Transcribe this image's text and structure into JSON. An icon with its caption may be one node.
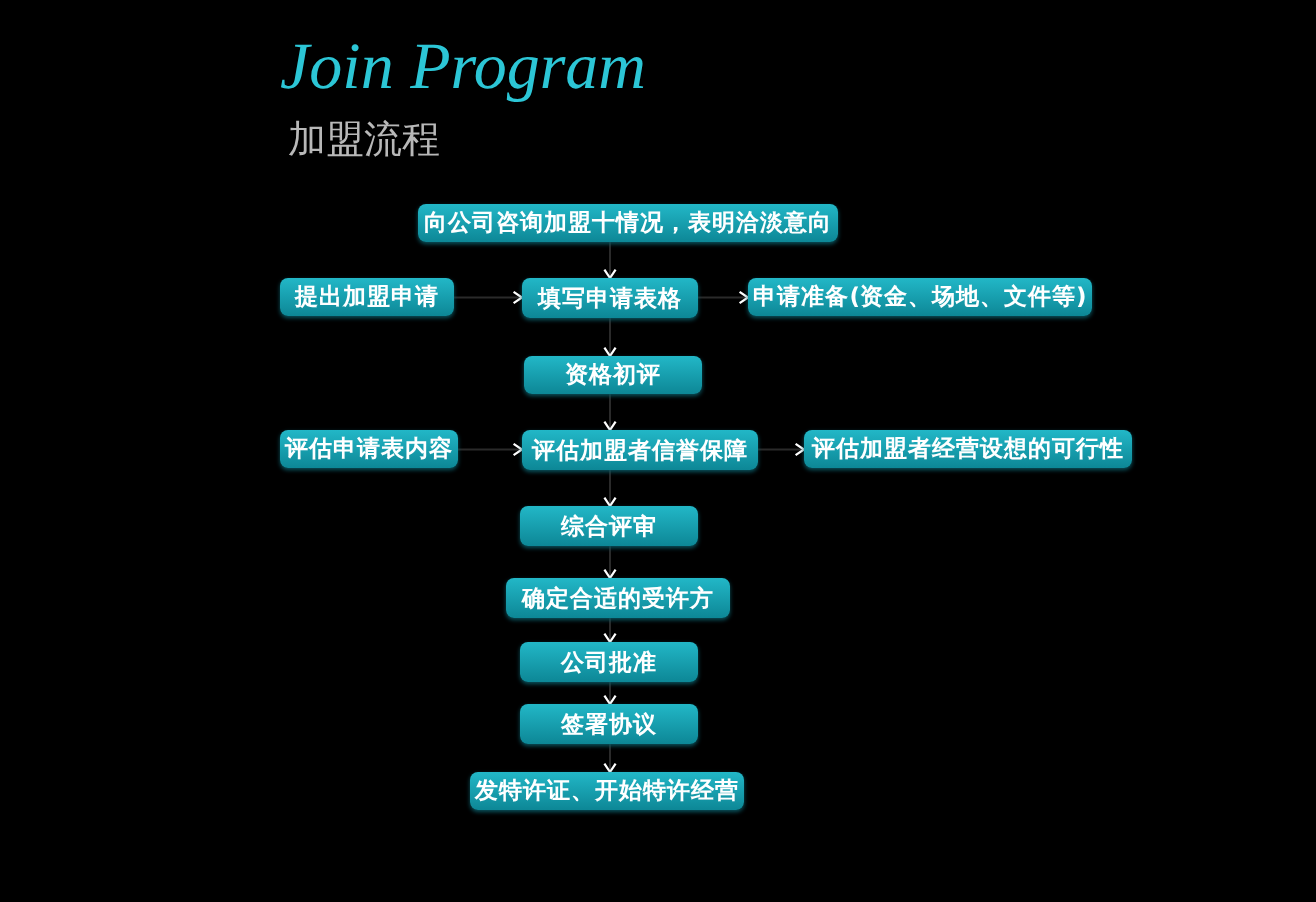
{
  "diagram": {
    "title": "Join Program",
    "nodes": [
      {
        "text": [
          "向公司咨询加盟十情况，表明洽淡意向"
        ]
      },
      {
        "text": [
          "提出加盟申请"
        ]
      },
      {
        "text": [
          "填写申请表格"
        ]
      },
      {
        "text": [
          "申请准备(资金、场地、文件等)"
        ]
      },
      {
        "text": [
          "资格初评"
        ]
      },
      {
        "text": [
          "评估申请表内容"
        ]
      },
      {
        "text": [
          "评估加盟者信誉保障"
        ]
      },
      {
        "text": [
          "评估加盟者经营设想的可行性"
        ]
      },
      {
        "text": [
          "综合评审"
        ]
      },
      {
        "text": [
          "确定合适的受许方"
        ]
      },
      {
        "text": [
          "公司批准"
        ]
      },
      {
        "text": [
          "签署协议"
        ]
      },
      {
        "text": [
          "发特许证、开始特许经营"
        ]
      }
    ],
    "edges": [
      {
        "from": 0,
        "to": 2,
        "arrow": "to"
      },
      {
        "from": 1,
        "to": 2,
        "arrow": "to"
      },
      {
        "from": 2,
        "to": 3,
        "arrow": "to"
      },
      {
        "from": 2,
        "to": 4,
        "arrow": "to"
      },
      {
        "from": 4,
        "to": 6,
        "arrow": "to"
      },
      {
        "from": 5,
        "to": 6,
        "arrow": "to"
      },
      {
        "from": 6,
        "to": 7,
        "arrow": "to"
      },
      {
        "from": 6,
        "to": 8,
        "arrow": "to"
      },
      {
        "from": 8,
        "to": 9,
        "arrow": "to"
      },
      {
        "from": 9,
        "to": 10,
        "arrow": "to"
      },
      {
        "from": 10,
        "to": 11,
        "arrow": "to"
      },
      {
        "from": 11,
        "to": 12,
        "arrow": "to"
      }
    ],
    "labels": [
      "加盟流程"
    ]
  }
}
